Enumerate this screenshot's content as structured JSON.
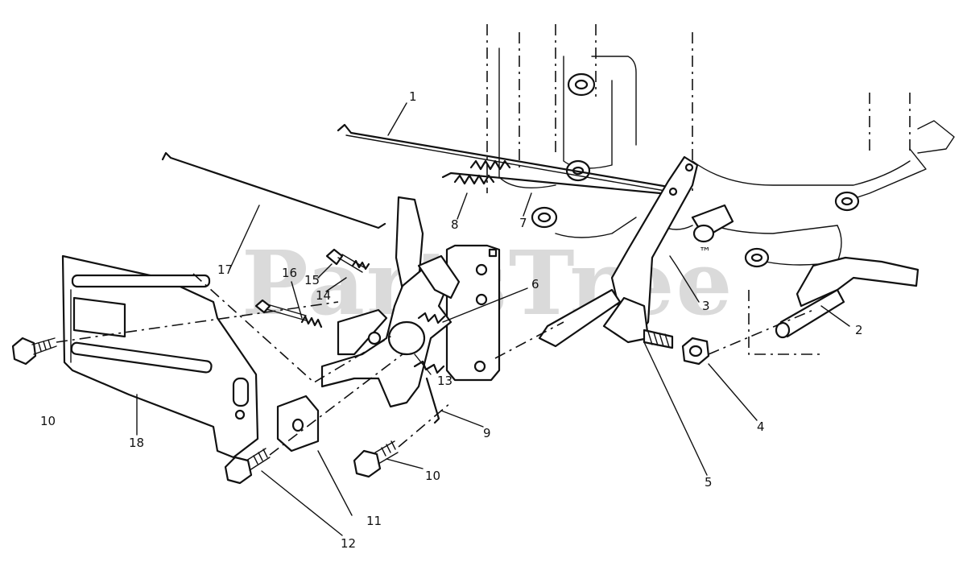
{
  "watermark": {
    "text": "PartsTree",
    "trademark": "™"
  },
  "callouts": [
    {
      "id": "c1",
      "label": "1"
    },
    {
      "id": "c2",
      "label": "2"
    },
    {
      "id": "c3",
      "label": "3"
    },
    {
      "id": "c4",
      "label": "4"
    },
    {
      "id": "c5",
      "label": "5"
    },
    {
      "id": "c6",
      "label": "6"
    },
    {
      "id": "c7",
      "label": "7"
    },
    {
      "id": "c8",
      "label": "8"
    },
    {
      "id": "c9",
      "label": "9"
    },
    {
      "id": "c10a",
      "label": "10"
    },
    {
      "id": "c10b",
      "label": "10"
    },
    {
      "id": "c11",
      "label": "11"
    },
    {
      "id": "c12",
      "label": "12"
    },
    {
      "id": "c13",
      "label": "13"
    },
    {
      "id": "c14",
      "label": "14"
    },
    {
      "id": "c15",
      "label": "15"
    },
    {
      "id": "c16",
      "label": "16"
    },
    {
      "id": "c17",
      "label": "17"
    },
    {
      "id": "c18",
      "label": "18"
    }
  ]
}
